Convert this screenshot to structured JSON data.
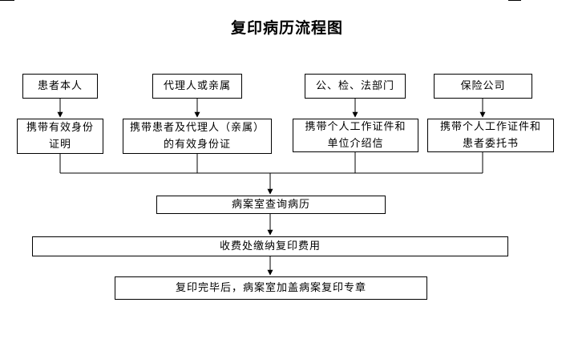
{
  "title": "复印病历流程图",
  "columns": [
    {
      "requester": "患者本人",
      "requirement": "携带有效身份证明"
    },
    {
      "requester": "代理人或亲属",
      "requirement": "携带患者及代理人（亲属）的有效身份证"
    },
    {
      "requester": "公、检、法部门",
      "requirement": "携带个人工作证件和单位介绍信"
    },
    {
      "requester": "保险公司",
      "requirement": "携带个人工作证件和患者委托书"
    }
  ],
  "steps": [
    "病案室查询病历",
    "收费处缴纳复印费用",
    "复印完毕后，病案室加盖病案复印专章"
  ]
}
